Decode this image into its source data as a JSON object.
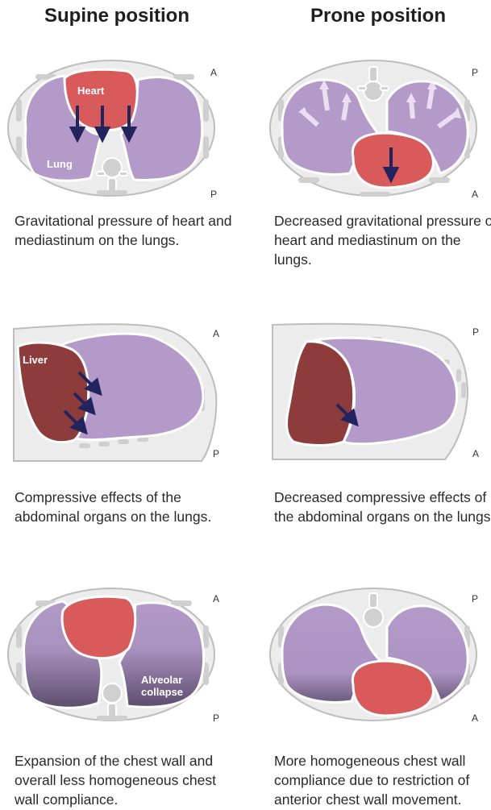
{
  "headers": {
    "supine": "Supine position",
    "prone": "Prone position"
  },
  "orientation": {
    "A": "A",
    "P": "P"
  },
  "labels": {
    "heart": "Heart",
    "lung": "Lung",
    "liver": "Liver",
    "alveolar_line1": "Alveolar",
    "alveolar_line2": "collapse"
  },
  "captions": {
    "r1_supine": "Gravitational pressure of heart and mediastinum on the lungs.",
    "r1_prone": "Decreased gravitational pressure of heart and mediastinum on the lungs.",
    "r2_supine": "Compressive effects of the abdominal organs on the lungs.",
    "r2_prone": "Decreased compressive effects of the abdominal organs on the lungs.",
    "r3_supine": "Expansion of the chest wall and overall less homogeneous chest wall compliance.",
    "r3_prone": "More homogeneous chest wall compliance due to restriction of anterior chest wall movement."
  },
  "colors": {
    "lung": "#b39ac9",
    "heart": "#d95a5a",
    "liver": "#8e3b3b",
    "arrow": "#23245e",
    "body": "#ececec",
    "outline": "#bdbdbd",
    "collapse": "#5d4d6e"
  }
}
